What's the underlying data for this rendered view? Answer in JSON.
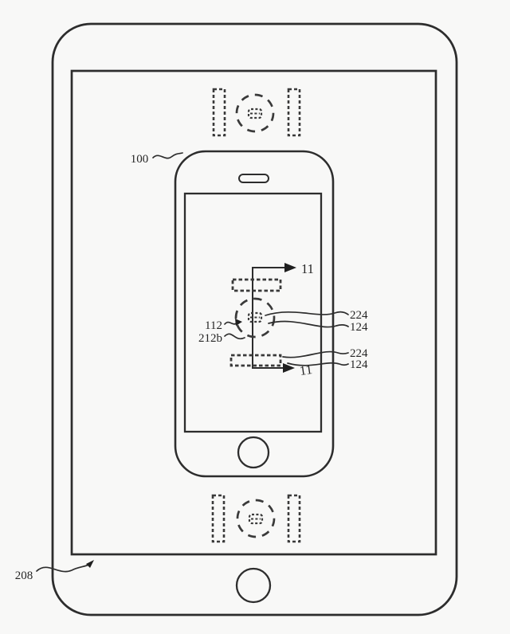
{
  "figure": {
    "type": "patent-drawing",
    "description": "Patent figure of a phone resting on a tablet showing inductive charging coil and magnetic alignment components (dashed) with section line 11-11",
    "colors": {
      "line": "#2d2d2d",
      "dashed_line": "#3a3a3a",
      "background": "#f8f8f7",
      "device_fill": "#fdfdfc"
    },
    "labels": {
      "phone": "100",
      "tablet": "208",
      "magnet": "112",
      "alignment_component": "212b",
      "callouts_upper": [
        "224",
        "124"
      ],
      "callouts_lower": [
        "224",
        "124"
      ],
      "section_line": [
        "11",
        "11"
      ]
    }
  }
}
